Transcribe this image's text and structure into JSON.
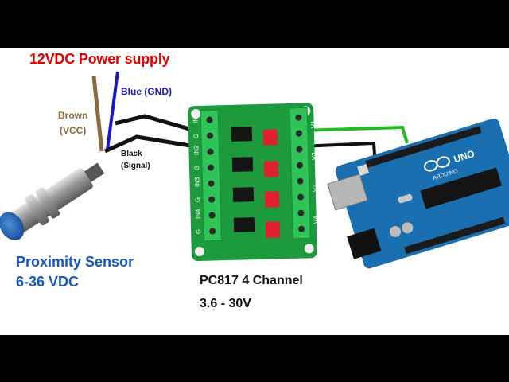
{
  "labels": {
    "power_supply": "12VDC Power supply",
    "blue_wire": "Blue (GND)",
    "brown_wire_1": "Brown",
    "brown_wire_2": "(VCC)",
    "black_wire_1": "Black",
    "black_wire_2": "(Signal)",
    "sensor_1": "Proximity Sensor",
    "sensor_2": "6-36 VDC",
    "module_1": "PC817 4 Channel",
    "module_2": "3.6 - 30V"
  },
  "board_markings": {
    "left_pins": [
      "IN1",
      "G",
      "IN2",
      "G",
      "IN3",
      "G",
      "IN4",
      "G"
    ],
    "right_pins": [
      "V1",
      "V2",
      "V3",
      "V4"
    ],
    "arduino_logo": "UNO",
    "arduino_brand": "ARDUINO"
  },
  "colors": {
    "power_label": "#e00000",
    "blue_wire": "#1a1acc",
    "brown_wire": "#8a6a3c",
    "black_wire": "#111111",
    "green_wire": "#22bb22",
    "sensor_label": "#1455c8",
    "module_pcb": "#1d9a3c",
    "arduino_pcb": "#1a6fb0"
  }
}
